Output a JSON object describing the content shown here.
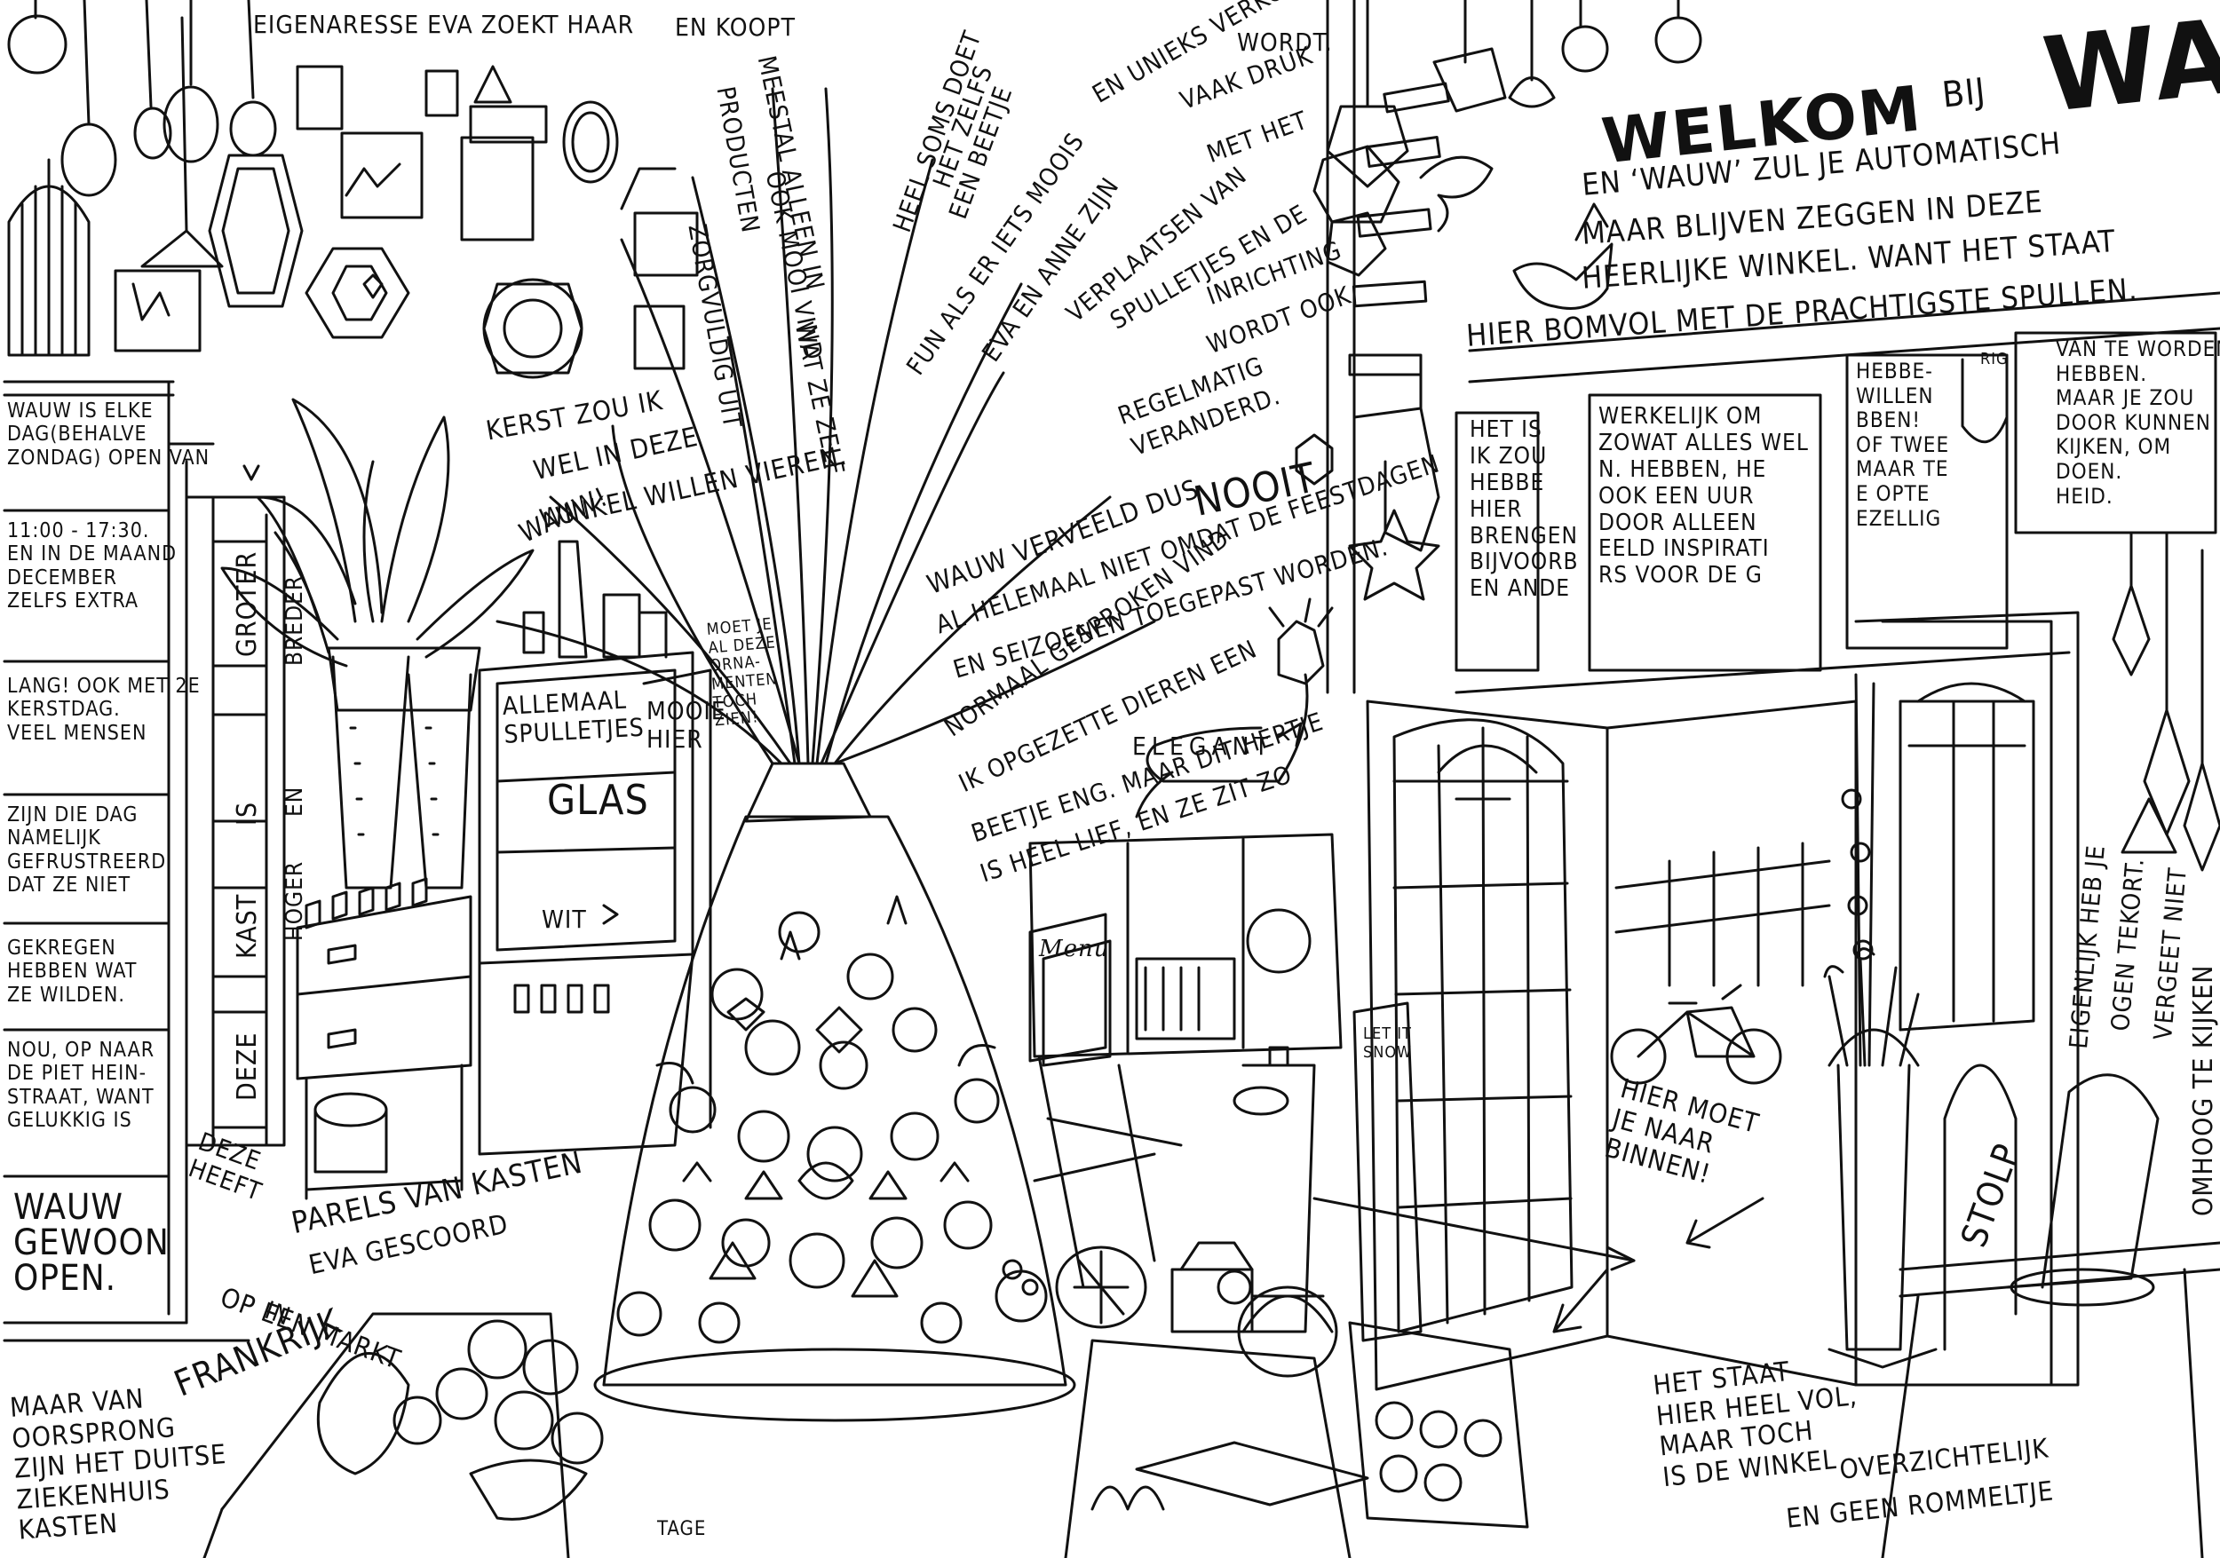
{
  "palette": {
    "ink": "#111111",
    "paper": "#ffffff"
  },
  "texts": {
    "eigenaresse": "EIGENARESSE EVA ZOEKT HAAR",
    "meestal": "MEESTAL ALLEEN IN",
    "producten": "PRODUCTEN",
    "zorgvuldig": "ZORGVULDIG UIT",
    "watze_zelf": "WAT ZE ZELF",
    "ook_mooi": "OOK MOOI VIND",
    "en_koopt": "EN KOOPT",
    "heel_soms": "HEEL SOMS DOET",
    "het_zelfs": "HET ZELFS",
    "een_beetje": "EEN BEETJE",
    "fun_als": "FUN ALS ER IETS MOOIS",
    "en_uniek": "EN UNIEKS VERKOCHT",
    "wordt": "WORDT.",
    "vaak_druk": "VAAK DRUK",
    "eva_anne": "EVA EN ANNE ZIJN",
    "met_het": "MET HET",
    "verplaatsen": "VERPLAATSEN VAN",
    "spulletjes": "SPULLETJES EN DE",
    "inrichting": "INRICHTING",
    "wordt_ook": "WORDT OOK",
    "regelmatig": "REGELMATIG",
    "veranderd": "VERANDERD.",
    "kerst": "KERST ZOU IK",
    "wel_in_deze": "WEL IN DEZE",
    "winkel_willen": "WINKEL WILLEN VIEREN.",
    "wauw_small": "WAUW!",
    "wauw_verveeld": "WAUW VERVEELD DUS",
    "nooit": "NOOIT",
    "al_helemaal": "AL HELEMAAL NIET OMDAT DE FEESTDAGEN",
    "en_seizoenen": "EN SEIZOENEN TOEGEPAST WORDEN.",
    "moet_je": "MOET JE\nAL DEZE\nORNA-\nMENTEN\nTOCH\nZIEN!",
    "normaal": "NORMAAL GESPROKEN VIND",
    "ik_opgezette": "IK OPGEZETTE DIEREN EEN",
    "beetje_eng": "BEETJE ENG. MAAR DIT HERTJE",
    "is_heel_lief": "IS HEEL LIEF, EN ZE ZIT ZO",
    "elegant": "ELEGANT",
    "allemaal": "ALLEMAAL\nSPULLETJES",
    "mooie_hier": "MOOIE\nHIER",
    "glas": "GLAS",
    "wit": "WIT",
    "welkom": "WELKOM",
    "bij": "BIJ",
    "wauw_title": "WAUW!",
    "en_wauw": "EN ‘WAUW’ ZUL JE AUTOMATISCH",
    "maar_blijven": "MAAR BLIJVEN ZEGGEN IN DEZE",
    "heerlijke": "HEERLIJKE WINKEL. WANT HET STAAT",
    "hier_bomvol": "HIER BOMVOL MET DE PRACHTIGSTE SPULLEN.",
    "sign1": "HET IS\nIK ZOU\nHEBBE\nHIER\nBRENGEN\nBIJVOORB\nEN ANDE",
    "sign2": "WERKELIJK OM\nZOWAT ALLES WEL\nN. HEBBEN, HE\nOOK EEN UUR\nDOOR ALLEEN\nEELD INSPIRATI\nRS VOOR DE G",
    "sign3": "HEBBE-\nWILLEN\nBBEN!\nOF TWEE\nMAAR TE\nE OPTE\nEZELLIG",
    "sign4": "RIG",
    "sign5": "VAN TE WORDEN\nHEBBEN.\nMAAR JE ZOU\nDOOR KUNNEN\nKIJKEN, OM\nDOEN.\nHEID.",
    "wauw_open_days": "WAUW IS ELKE\nDAG(BEHALVE\nZONDAG) OPEN VAN",
    "hours": "11:00 - 17:30.\nEN IN DE MAAND\nDECEMBER\nZELFS EXTRA",
    "lang": "LANG! OOK MET 2E\nKERSTDAG.\nVEEL MENSEN",
    "zijn_die_dag": "ZIJN DIE DAG\nNAMELIJK\nGEFRUSTREERD\nDAT ZE NIET",
    "gekregen": "GEKREGEN\nHEBBEN WAT\nZE WILDEN.",
    "nou": "NOU, OP NAAR\nDE PIET HEIN-\nSTRAAT, WANT\nGELUKKIG IS",
    "wauw_gewoon": "WAUW\nGEWOON\nOPEN.",
    "deze_kast": "DEZE",
    "kast": "KAST",
    "is": "IS",
    "groter": "GROTER",
    "hoger": "HOGER",
    "en": "EN",
    "breder": "BREDER",
    "parels": "PARELS VAN KASTEN",
    "deze_heeft": "DEZE\nHEEFT",
    "eva_gescoord": "EVA GESCOORD",
    "op_een_markt": "OP EEN MARKT",
    "in": "IN",
    "frankrijk": "FRANKRIJK",
    "maar_van": "MAAR VAN\nOORSPRONG\nZIJN HET DUITSE\nZIEKENHUIS\nKASTEN",
    "menu": "Menu",
    "let_it_snow": "LET IT\nSNOW",
    "hier_moet": "HIER MOET\nJE NAAR\nBINNEN!",
    "stolp": "STOLP",
    "eigenlijk": "EIGENLIJK HEB JE",
    "ogen_tekort": "OGEN TEKORT.",
    "vergeet_niet": "VERGEET NIET",
    "omhoog": "OMHOOG TE KIJKEN",
    "het_staat": "HET STAAT\nHIER HEEL VOL,\nMAAR TOCH\nIS DE WINKEL",
    "overzichtelijk": "OVERZICHTELIJK",
    "geen_rommeltje": "EN GEEN ROMMELTJE",
    "signature": "TAGE"
  }
}
